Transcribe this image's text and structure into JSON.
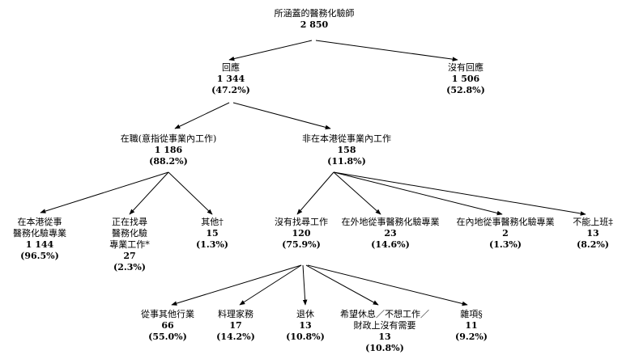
{
  "nodes": {
    "root": {
      "label": "所涵蓋的醫務化驗師",
      "count": "2 850"
    },
    "responded": {
      "label": "回應",
      "count": "1 344",
      "pct": "(47.2%)"
    },
    "no_response": {
      "label": "沒有回應",
      "count": "1 506",
      "pct": "(52.8%)"
    },
    "employed": {
      "label": "在職(意指從事業內工作)",
      "count": "1 186",
      "pct": "(88.2%)"
    },
    "not_employed_hk": {
      "label": "非在本港從事業內工作",
      "count": "158",
      "pct": "(11.8%)"
    },
    "practising_hk": {
      "label": "在本港從事",
      "label2": "醫務化驗專業",
      "count": "1 144",
      "pct": "(96.5%)"
    },
    "seeking": {
      "label": "正在找尋",
      "label2": "醫務化驗",
      "label3": "專業工作*",
      "count": "27",
      "pct": "(2.3%)"
    },
    "others": {
      "label": "其他†",
      "count": "15",
      "pct": "(1.3%)"
    },
    "not_seeking": {
      "label": "沒有找尋工作",
      "count": "120",
      "pct": "(75.9%)"
    },
    "overseas": {
      "label": "在外地從事醫務化驗專業",
      "count": "23",
      "pct": "(14.6%)"
    },
    "mainland": {
      "label": "在內地從事醫務化驗專業",
      "count": "2",
      "pct": "(1.3%)"
    },
    "unable": {
      "label": "不能上班‡",
      "count": "13",
      "pct": "(8.2%)"
    },
    "other_industry": {
      "label": "從事其他行業",
      "count": "66",
      "pct": "(55.0%)"
    },
    "household": {
      "label": "料理家務",
      "count": "17",
      "pct": "(14.2%)"
    },
    "retired": {
      "label": "退休",
      "count": "13",
      "pct": "(10.8%)"
    },
    "rest": {
      "label": "希望休息／不想工作／",
      "label2": "財政上沒有需要",
      "count": "13",
      "pct": "(10.8%)"
    },
    "misc": {
      "label": "雜項§",
      "count": "11",
      "pct": "(9.2%)"
    }
  }
}
